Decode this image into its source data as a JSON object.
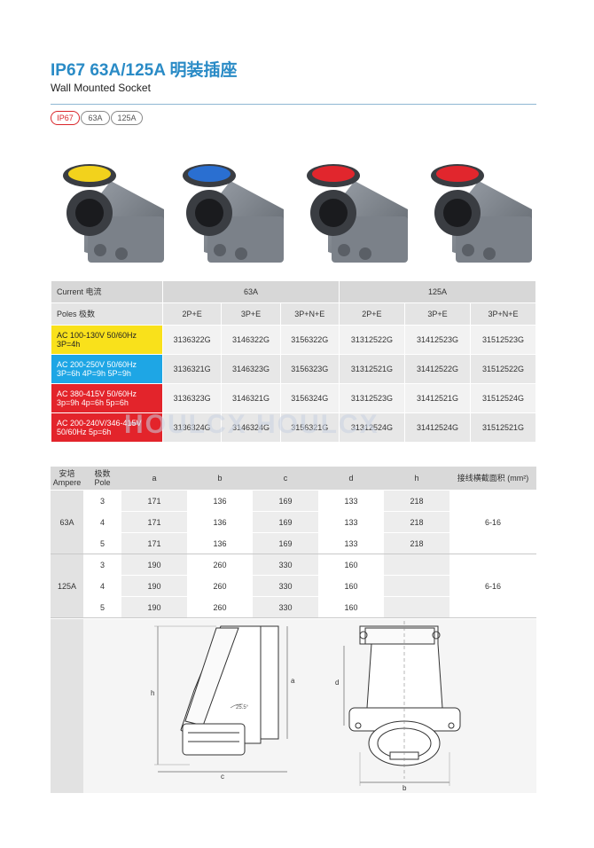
{
  "header": {
    "title": "IP67 63A/125A 明装插座",
    "subtitle": "Wall Mounted Socket"
  },
  "tags": [
    "IP67",
    "63A",
    "125A"
  ],
  "products": [
    {
      "cap_color": "#f2d21c"
    },
    {
      "cap_color": "#2a6fd1"
    },
    {
      "cap_color": "#e1262d"
    },
    {
      "cap_color": "#e1262d"
    }
  ],
  "table1": {
    "current_label": "Current 电流",
    "current_63": "63A",
    "current_125": "125A",
    "poles_label": "Poles 极数",
    "poles": [
      "2P+E",
      "3P+E",
      "3P+N+E",
      "2P+E",
      "3P+E",
      "3P+N+E"
    ],
    "rows": [
      {
        "label1": "AC 100-130V 50/60Hz",
        "label2": "3P=4h",
        "color": "yellow",
        "codes": [
          "3136322G",
          "3146322G",
          "3156322G",
          "31312522G",
          "31412523G",
          "31512523G"
        ]
      },
      {
        "label1": "AC 200-250V 50/60Hz",
        "label2": "3P=6h 4P=9h 5P=9h",
        "color": "blue",
        "codes": [
          "3136321G",
          "3146323G",
          "3156323G",
          "31312521G",
          "31412522G",
          "31512522G"
        ]
      },
      {
        "label1": "AC 380-415V 50/60Hz",
        "label2": "3p=9h 4p=6h 5p=6h",
        "color": "red",
        "codes": [
          "3136323G",
          "3146321G",
          "3156324G",
          "31312523G",
          "31412521G",
          "31512524G"
        ]
      },
      {
        "label1": "AC 200-240V/346-415V",
        "label2": "50/60Hz 5p=6h",
        "color": "red",
        "codes": [
          "3136324G",
          "3146324G",
          "3156321G",
          "31312524G",
          "31412524G",
          "31512521G"
        ]
      }
    ],
    "watermark": "HOULCX HOULCX"
  },
  "table2": {
    "headers": {
      "ampere_cn": "安培",
      "ampere": "Ampere",
      "pole_cn": "极数",
      "pole": "Pole",
      "a": "a",
      "b": "b",
      "c": "c",
      "d": "d",
      "h": "h",
      "wire": "接线横截面积 (mm²)"
    },
    "groups": [
      {
        "ampere": "63A",
        "wire": "6-16",
        "rows": [
          {
            "pole": "3",
            "a": "171",
            "b": "136",
            "c": "169",
            "d": "133",
            "h": "218"
          },
          {
            "pole": "4",
            "a": "171",
            "b": "136",
            "c": "169",
            "d": "133",
            "h": "218"
          },
          {
            "pole": "5",
            "a": "171",
            "b": "136",
            "c": "169",
            "d": "133",
            "h": "218"
          }
        ]
      },
      {
        "ampere": "125A",
        "wire": "6-16",
        "rows": [
          {
            "pole": "3",
            "a": "190",
            "b": "260",
            "c": "330",
            "d": "160",
            "h": ""
          },
          {
            "pole": "4",
            "a": "190",
            "b": "260",
            "c": "330",
            "d": "160",
            "h": ""
          },
          {
            "pole": "5",
            "a": "190",
            "b": "260",
            "c": "330",
            "d": "160",
            "h": ""
          }
        ]
      }
    ]
  },
  "drawing": {
    "h": "h",
    "a": "a",
    "c": "c",
    "d": "d",
    "b": "b",
    "angle": "25.5°"
  }
}
